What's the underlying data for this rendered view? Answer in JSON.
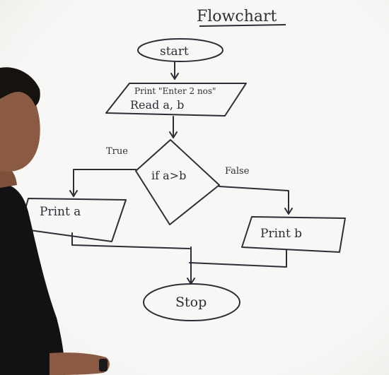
{
  "board": {
    "title": "Flowchart"
  },
  "flowchart": {
    "start_label": "start",
    "io_print_label": "Print \"Enter 2 nos\"",
    "io_read_label": "Read a, b",
    "decision_label": "if a>b",
    "true_label": "True",
    "false_label": "False",
    "print_a_label": "Print a",
    "print_b_label": "Print b",
    "stop_label": "Stop"
  },
  "colors": {
    "board": "#f7f7f5",
    "ink": "#2d2f38",
    "shirt": "#101214",
    "skin": "#8a5a42",
    "hair": "#15120f"
  }
}
